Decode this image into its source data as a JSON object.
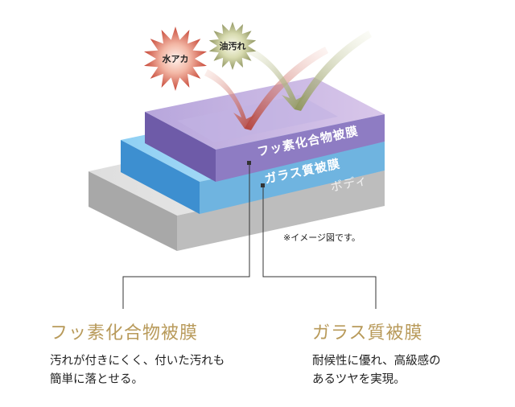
{
  "layers": {
    "fluoro": "フッ素化合物被膜",
    "glass": "ガラス質被膜",
    "body": "ボディ"
  },
  "bursts": {
    "water": "水アカ",
    "oil": "油汚れ"
  },
  "note": "※イメージ図です。",
  "callouts": {
    "fluoro": {
      "title": "フッ素化合物被膜",
      "desc_line1": "汚れが付きにくく、付いた汚れも",
      "desc_line2": "簡単に落とせる。"
    },
    "glass": {
      "title": "ガラス質被膜",
      "desc_line1": "耐候性に優れ、高級感の",
      "desc_line2": "あるツヤを実現。"
    }
  },
  "colors": {
    "fluoro_layer": "#8e7cc3",
    "glass_layer": "#6fb4e0",
    "body_layer": "#bdbdbd",
    "water_burst": "#d96a5a",
    "oil_burst": "#a4a86a",
    "title_gold": "#b89a5a"
  }
}
